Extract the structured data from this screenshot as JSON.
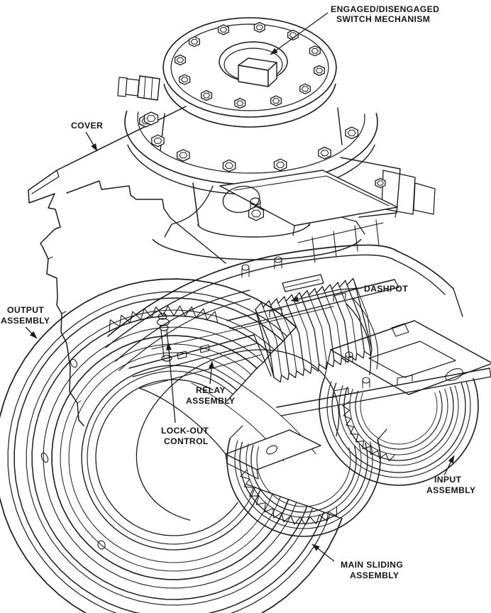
{
  "figure": {
    "kind": "isometric cutaway engineering illustration",
    "subject": "engage-disengage clutch coupling assembly",
    "colors": {
      "ink": "#1a1a1a",
      "paper": "#ffffff"
    }
  },
  "labels": {
    "engaged_switch": {
      "l1": "ENGAGED/DISENGAGED",
      "l2": "SWITCH MECHANISM"
    },
    "cover": {
      "l1": "COVER"
    },
    "output_assembly": {
      "l1": "OUTPUT",
      "l2": "ASSEMBLY"
    },
    "dashpot": {
      "l1": "DASHPOT"
    },
    "relay_assembly": {
      "l1": "RELAY",
      "l2": "ASSEMBLY"
    },
    "lockout_control": {
      "l1": "LOCK-OUT",
      "l2": "CONTROL"
    },
    "input_assembly": {
      "l1": "INPUT",
      "l2": "ASSEMBLY"
    },
    "main_sliding_assembly": {
      "l1": "MAIN SLIDING",
      "l2": "ASSEMBLY"
    }
  }
}
